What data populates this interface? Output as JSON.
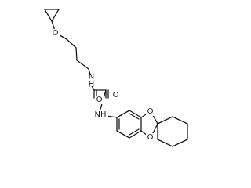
{
  "molecule": {
    "atom_labels": {
      "ether_oxygen": "O",
      "amide_nh_upper": "N",
      "amide_h_upper": "H",
      "carbonyl_o_left": "O",
      "carbonyl_o_right": "O",
      "amide_nh_lower": "NH",
      "dioxole_o_top": "O",
      "dioxole_o_bottom": "O"
    }
  }
}
